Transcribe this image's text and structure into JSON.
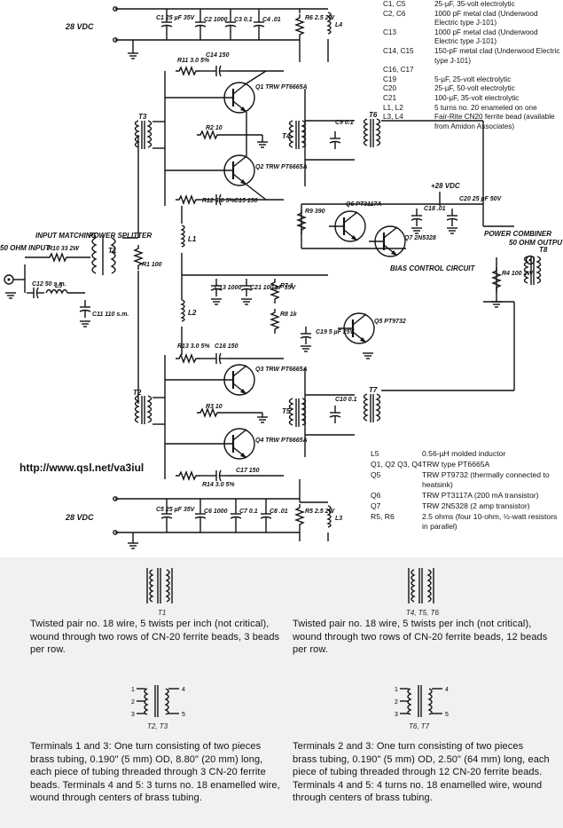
{
  "parts_list": [
    {
      "ref": "C1, C5",
      "desc": "25-µF, 35-volt electrolytic"
    },
    {
      "ref": "C2, C6",
      "desc": "1000 pF metal clad (Underwood Electric type J-101)"
    },
    {
      "ref": "C13",
      "desc": "1000 pF metal clad (Underwood Electric type J-101)"
    },
    {
      "ref": "C14, C15",
      "desc": "150-pF metal clad (Underwood Electric type J-101)"
    },
    {
      "ref": "C16, C17",
      "desc": ""
    },
    {
      "ref": "C19",
      "desc": "5-µF, 25-volt electrolytic"
    },
    {
      "ref": "C20",
      "desc": "25-µF, 50-volt electrolytic"
    },
    {
      "ref": "C21",
      "desc": "100-µF, 35-volt electrolytic"
    },
    {
      "ref": "L1, L2",
      "desc": "5 turns no. 20 enameled on one"
    },
    {
      "ref": "L3, L4",
      "desc": "Fair-Rite CN20 ferrite bead (available from Amidon Associates)"
    }
  ],
  "parts_list2": [
    {
      "ref": "L5",
      "desc": "0.56-µH molded inductor"
    },
    {
      "ref": "Q1, Q2 Q3, Q4",
      "desc": "TRW type PT6665A"
    },
    {
      "ref": "Q5",
      "desc": "TRW PT9732 (thermally connected to heatsink)"
    },
    {
      "ref": "Q6",
      "desc": "TRW PT3117A (200 mA transistor)"
    },
    {
      "ref": "Q7",
      "desc": "TRW 2N5328 (2 amp transistor)"
    },
    {
      "ref": "R5, R6",
      "desc": "2.5 ohms (four 10-ohm, ½-watt resistors in parallel)"
    }
  ],
  "url": "http://www.qsl.net/va3iul",
  "schematic": {
    "vdc_top": "28 VDC",
    "vdc_bottom": "28 VDC",
    "vdc_mid": "+28 VDC",
    "input_label": "50 OHM INPUT",
    "output_label": "50 OHM OUTPUT",
    "input_matching": "INPUT MATCHING",
    "power_splitter": "POWER SPLITTER",
    "power_combiner": "POWER COMBINER",
    "bias_control": "BIAS CONTROL CIRCUIT",
    "labels": {
      "c1": "C1 25 µF 35V",
      "c2": "C2 1000",
      "c3": "C3 0.1",
      "c4": "C4 .01",
      "r6": "R6 2.5 2W",
      "l4": "L4",
      "r11": "R11 3.0 5%",
      "c14": "C14 150",
      "q1": "Q1 TRW PT6665A",
      "q2": "Q2 TRW PT6665A",
      "r2": "R2 10",
      "t3": "T3",
      "t4": "T4",
      "t6": "T6",
      "c9": "C9 0.1",
      "r12": "R12 3.0 5%",
      "c15": "C15 150",
      "q6": "Q6 PT3117A",
      "q7": "Q7 2N5328",
      "r9": "R9 390",
      "c18": "C18 .01",
      "c20": "C20 25 µF 50V",
      "r10": "R10 33 2W",
      "t1": "T1",
      "r1": "R1 100",
      "c12": "C12 50 s.m.",
      "l5": "L5",
      "c11": "C11 110 s.m.",
      "l1": "L1",
      "l2": "L2",
      "c13": "C13 1000",
      "c21": "C21 100 µF 35V",
      "r7": "R7 1",
      "r8": "R8 1k",
      "c19": "C19 5 µF 25V",
      "q5": "Q5 PT9732",
      "t8": "T8",
      "r4": "R4 100 2W",
      "r13": "R13 3.0 5%",
      "c16": "C16 150",
      "q3": "Q3 TRW PT6665A",
      "q4": "Q4 TRW PT6665A",
      "r3": "R3 10",
      "t2": "T2",
      "t5": "T5",
      "t7": "T7",
      "c10": "C10 0.1",
      "r14": "R14 3.0 5%",
      "c17": "C17 150",
      "c5": "C5 25 µF 35V",
      "c6": "C6 1000",
      "c7": "C7 0.1",
      "c8": "C8 .01",
      "r5": "R5 2.5 2W",
      "l3": "L3"
    }
  },
  "notes": {
    "cap_t1": "T1",
    "cap_t456": "T4, T5, T6",
    "cap_t23": "T2, T3",
    "cap_t67": "T6, T7",
    "text_t1": "Twisted pair no. 18 wire, 5 twists per inch (not critical), wound through two rows of CN-20 ferrite beads, 3 beads per row.",
    "text_t456": "Twisted pair no. 18 wire, 5 twists per inch (not critical), wound through two rows of CN-20 ferrite beads, 12 beads per row.",
    "text_t23": "Terminals 1 and 3: One turn consisting of two pieces brass tubing, 0.190\" (5 mm) OD, 8.80\" (20 mm) long, each piece of tubing threaded through 3 CN-20 ferrite beads. Terminals 4 and 5: 3 turns no. 18 enamelled wire, wound through centers of brass tubing.",
    "text_t67": "Terminals 2 and 3: One turn consisting of two pieces brass tubing, 0.190\" (5 mm) OD, 2.50\" (64 mm) long, each piece of tubing threaded through 12 CN-20 ferrite beads. Terminals 4 and 5: 4 turns no. 18 enamelled wire, wound through centers of brass tubing.",
    "pins_left": [
      "1",
      "2",
      "3"
    ],
    "pins_right": [
      "4",
      "5"
    ]
  }
}
